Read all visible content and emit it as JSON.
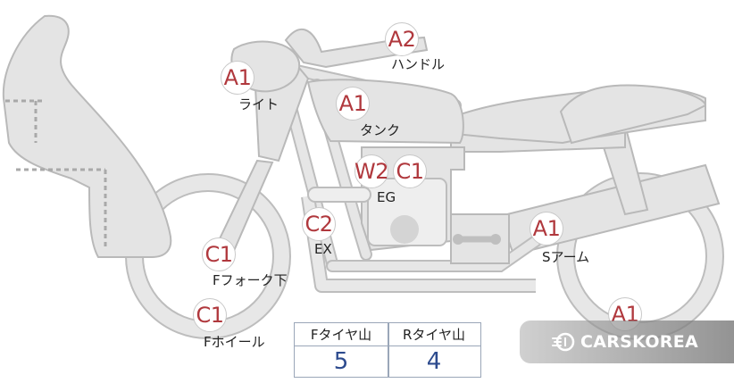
{
  "markers": {
    "handle": "A2",
    "light": "A1",
    "tank": "A1",
    "engine_w": "W2",
    "engine_c": "C1",
    "exhaust": "C2",
    "s_arm": "A1",
    "f_fork": "C1",
    "f_wheel": "C1",
    "r_wheel": "A1"
  },
  "labels": {
    "handle": "ハンドル",
    "light": "ライト",
    "tank": "タンク",
    "engine": "EG",
    "exhaust": "EX",
    "s_arm": "Sアーム",
    "f_fork": "Fフォーク下",
    "f_wheel": "Fホイール"
  },
  "tread_table": {
    "front_header": "Fタイヤ山",
    "rear_header": "Rタイヤ山",
    "front_value": "5",
    "rear_value": "4"
  },
  "watermark": {
    "text": "CARSKOREA",
    "icon": "carskorea-logo-icon"
  },
  "colors": {
    "marker_text": "#b0383d",
    "table_value": "#2d4b8e",
    "bike_fill": "#e4e4e4"
  }
}
